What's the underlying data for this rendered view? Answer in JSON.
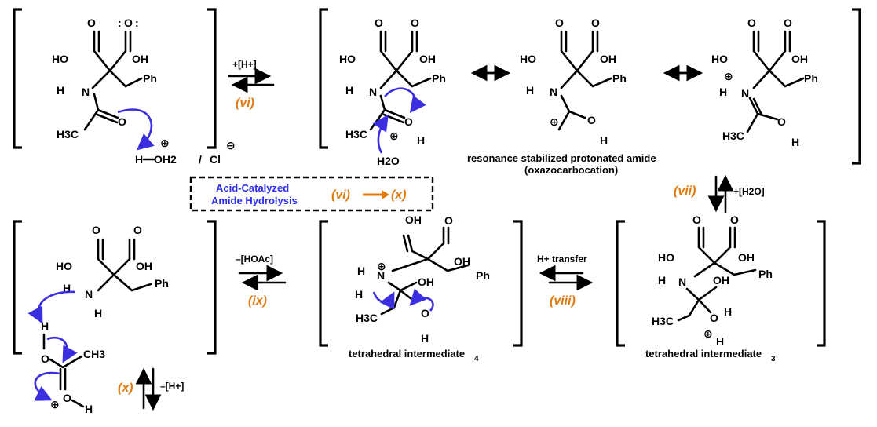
{
  "atoms": {
    "O": "O",
    "HO": "HO",
    "OH": "OH",
    "Ph": "Ph",
    "H": "H",
    "N": "N",
    "H3C": "H3C",
    "CH3": "CH3",
    "OH2": "OH2",
    "H2O": "H2O",
    "Cl": "Cl",
    "slash": "/",
    "plus": "⊕",
    "minus": "⊖",
    "dots": ":",
    "Odots": "O"
  },
  "steps": {
    "vi": "(vi)",
    "vii": "(vii)",
    "viii": "(viii)",
    "ix": "(ix)",
    "x": "(x)"
  },
  "conditions": {
    "add_H": "+[H+]",
    "add_H2O": "+[H2O]",
    "h_transfer": "H+ transfer",
    "remove_HOAc": "–[HOAc]",
    "remove_H": "–[H+]"
  },
  "captions": {
    "resonance_line1": "resonance stabilized protonated amide",
    "resonance_line2": "(oxazocarbocation)",
    "tetra4": "tetrahedral intermediate",
    "tetra4_sub": "4",
    "tetra3": "tetrahedral intermediate",
    "tetra3_sub": "3"
  },
  "legend": {
    "line1": "Acid-Catalyzed",
    "line2": "Amide Hydrolysis",
    "range_from": "(vi)",
    "range_to": "(x)"
  },
  "colors": {
    "curved_arrows": "#3a2ee0",
    "step_labels": "#e07a10",
    "legend_text": "#2b2ef0"
  }
}
